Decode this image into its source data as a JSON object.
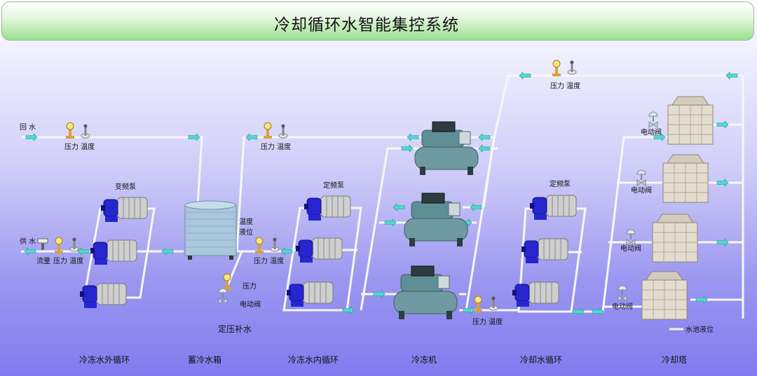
{
  "title": "冷却循环水智能集控系统",
  "labels": {
    "return_water": "回 水",
    "supply_water": "供 水",
    "flow": "流量",
    "pressure": "压力",
    "temperature": "温度",
    "pressure_temp": "压力 温度",
    "vfd_pump": "变频泵",
    "fixed_pump": "定频泵",
    "fixed_pump_2": "定频泵",
    "tank_temp": "温度",
    "tank_level": "液位",
    "makeup_pressure": "压力",
    "makeup_valve": "电动阀",
    "makeup_water": "定压补水",
    "electric_valve": "电动阀",
    "pool_level": "水池液位"
  },
  "sections": [
    "冷冻水外循环",
    "蓄冷水箱",
    "冷冻水内循环",
    "冷冻机",
    "冷却水循环",
    "冷却塔"
  ],
  "colors": {
    "pipe": "#f4f4f4",
    "arrow": "#4fd8d0",
    "pump_motor": "#c9c9c9",
    "pump_head": "#2626d0",
    "chiller": "#5e8e96",
    "tower": "#e6dcd0",
    "tank": "#a9c8de"
  }
}
